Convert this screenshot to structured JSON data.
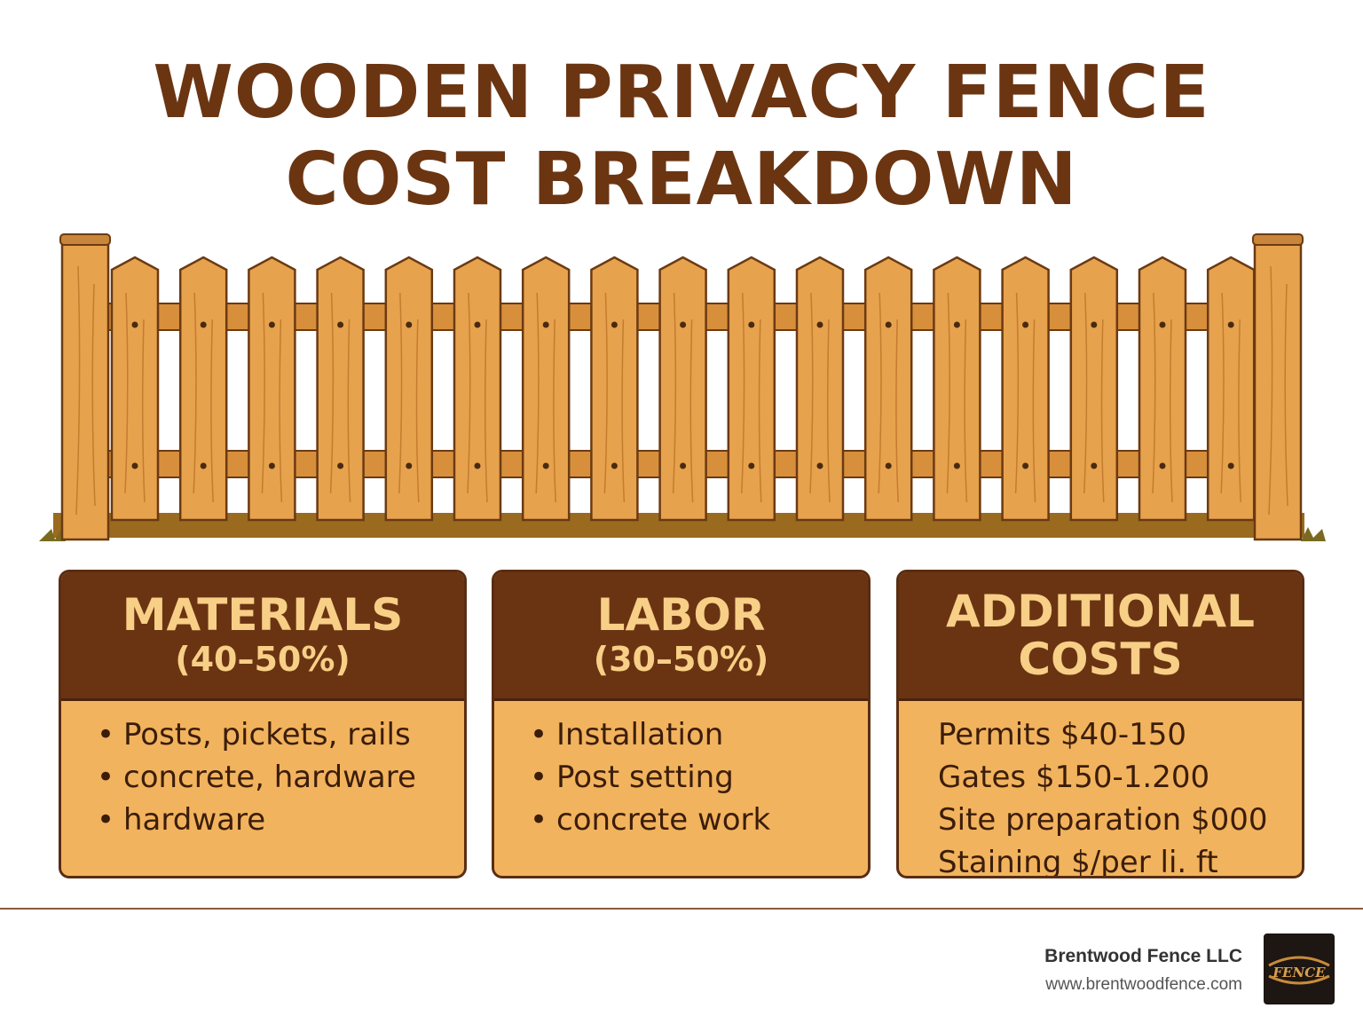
{
  "title": {
    "line1": "WOODEN PRIVACY FENCE",
    "line2": "COST BREAKDOWN"
  },
  "colors": {
    "title": "#6b3512",
    "card_header": "#6a3413",
    "card_header_text": "#f8cf86",
    "card_body": "#f2b35e",
    "wood": "#e7a24e",
    "ground": "#9a6a1f"
  },
  "cards": [
    {
      "heading": "MATERIALS",
      "subheading": "(40–50%)",
      "items": [
        "Posts, pickets, rails",
        "concrete, hardware",
        "hardware"
      ]
    },
    {
      "heading": "LABOR",
      "subheading": "(30–50%)",
      "items": [
        "Installation",
        "Post setting",
        "concrete work"
      ]
    },
    {
      "heading": "ADDITIONAL",
      "subheading": "COSTS",
      "items": [
        "Permits $40-150",
        "Gates $150-1.200",
        "Site preparation $000",
        "Staining $/per li. ft"
      ]
    }
  ],
  "footer": {
    "company": "Brentwood Fence LLC",
    "url": "www.brentwoodfence.com",
    "logo_text": "FENCE"
  },
  "illustration": {
    "icon": "wooden-picket-fence-illustration",
    "picket_count": 17
  }
}
